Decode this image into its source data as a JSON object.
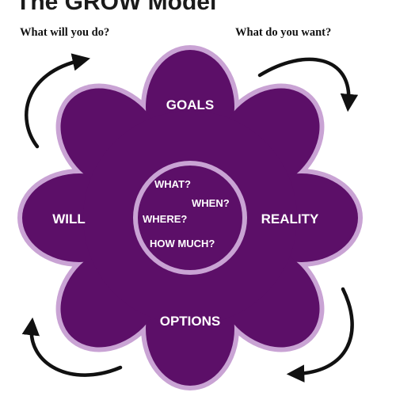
{
  "title": "The GROW Model",
  "prompts": {
    "top_left": "What will you do?",
    "top_right": "What do you want?"
  },
  "petals": {
    "goals": "GOALS",
    "reality": "REALITY",
    "options": "OPTIONS",
    "will": "WILL"
  },
  "center_questions": [
    "WHAT?",
    "WHEN?",
    "WHERE?",
    "HOW MUCH?"
  ],
  "colors": {
    "petal_fill": "#5c0f68",
    "petal_outline": "#c9a3d4",
    "center_fill": "#5c0f68",
    "center_ring": "#c9a3d4",
    "text": "#ffffff",
    "arrows": "#111111"
  },
  "icons": [
    "curved-arrow-top-left-icon",
    "curved-arrow-top-right-icon",
    "curved-arrow-bottom-right-icon",
    "curved-arrow-bottom-left-icon"
  ]
}
